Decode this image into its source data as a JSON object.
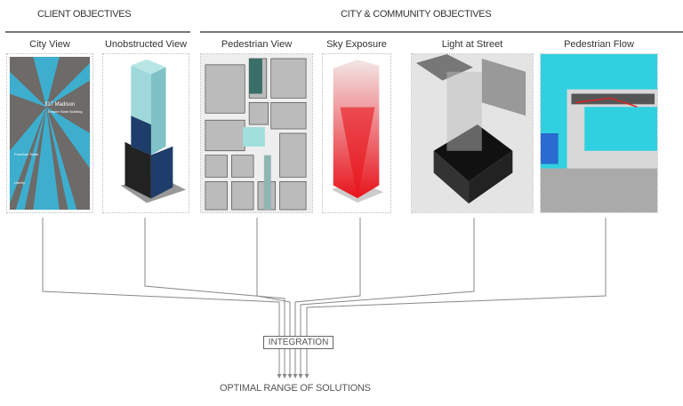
{
  "headers": {
    "client": "CLIENT OBJECTIVES",
    "city": "CITY & COMMUNITY OBJECTIVES"
  },
  "panels": [
    {
      "title": "City View",
      "labels": [
        "317 Madison",
        "Empire State Building",
        "Freedom Tower",
        "Liberty"
      ]
    },
    {
      "title": "Unobstructed View"
    },
    {
      "title": "Pedestrian View"
    },
    {
      "title": "Sky Exposure"
    },
    {
      "title": "Light at Street"
    },
    {
      "title": "Pedestrian Flow"
    }
  ],
  "integration": "INTEGRATION",
  "result": "OPTIMAL RANGE OF SOLUTIONS",
  "colors": {
    "view_rays": "#2ec5f0",
    "sky_exposure": "#e8141c",
    "flow": "#30d0e0"
  }
}
